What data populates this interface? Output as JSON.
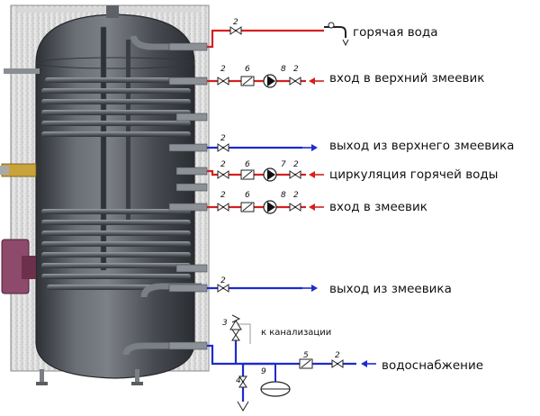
{
  "labels": {
    "hot_water": "горячая вода",
    "upper_coil_in": "вход в верхний змеевик",
    "upper_coil_out": "выход из верхнего змеевика",
    "hot_water_circulation": "циркуляция горячей воды",
    "coil_in": "вход в змеевик",
    "coil_out": "выход из змеевика",
    "to_sewer": "к канализации",
    "water_supply": "водоснабжение"
  },
  "component_numbers": {
    "hot_water_valve": "2",
    "upper_in_valve_1": "2",
    "upper_in_check": "6",
    "upper_in_pump": "8",
    "upper_in_valve_2": "2",
    "upper_out_valve": "2",
    "circ_valve_1": "2",
    "circ_check": "6",
    "circ_pump": "7",
    "circ_valve_2": "2",
    "coil_in_valve_1": "2",
    "coil_in_check": "6",
    "coil_in_pump": "8",
    "coil_in_valve_2": "2",
    "coil_out_valve": "2",
    "safety_valve": "3",
    "drain_valve": "4",
    "expansion_tank": "9",
    "supply_check": "5",
    "supply_valve": "2"
  },
  "colors": {
    "hot": "#d42020",
    "cold": "#1c2bd0",
    "tank_body": "#4a4e55",
    "insulation": "#e2e2e2"
  }
}
